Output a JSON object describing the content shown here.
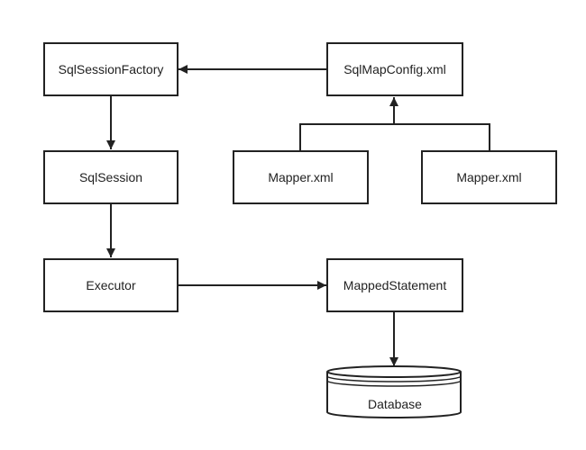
{
  "diagram": {
    "nodes": {
      "sql_session_factory": "SqlSessionFactory",
      "sql_map_config": "SqlMapConfig.xml",
      "sql_session": "SqlSession",
      "mapper_left": "Mapper.xml",
      "mapper_right": "Mapper.xml",
      "executor": "Executor",
      "mapped_statement": "MappedStatement",
      "database": "Database"
    }
  },
  "colors": {
    "stroke": "#222222",
    "background": "#ffffff"
  }
}
